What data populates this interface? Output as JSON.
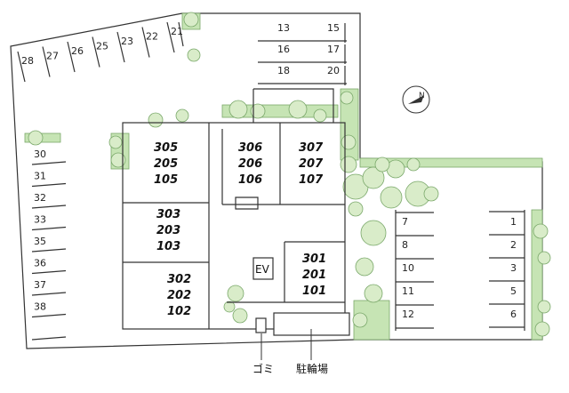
{
  "parking_left": [
    "28",
    "27",
    "26",
    "25",
    "23",
    "22",
    "21"
  ],
  "parking_top": [
    "13",
    "15",
    "16",
    "17",
    "18",
    "20"
  ],
  "parking_west": [
    "30",
    "31",
    "32",
    "33",
    "35",
    "36",
    "37",
    "38"
  ],
  "parking_east_left": [
    "7",
    "8",
    "10",
    "11",
    "12"
  ],
  "parking_east_right": [
    "1",
    "2",
    "3",
    "5",
    "6"
  ],
  "units": [
    {
      "id": "block-305",
      "lines": [
        "305",
        "205",
        "105"
      ]
    },
    {
      "id": "block-306",
      "lines": [
        "306",
        "206",
        "106"
      ]
    },
    {
      "id": "block-307",
      "lines": [
        "307",
        "207",
        "107"
      ]
    },
    {
      "id": "block-303",
      "lines": [
        "303",
        "203",
        "103"
      ]
    },
    {
      "id": "block-302",
      "lines": [
        "302",
        "202",
        "102"
      ]
    },
    {
      "id": "block-301",
      "lines": [
        "301",
        "201",
        "101"
      ]
    }
  ],
  "elevator_label": "EV",
  "garbage_label": "ゴミ",
  "bike_parking_label": "駐輪場",
  "colors": {
    "green": "#c6e4b4",
    "tree": "#d9ecc9",
    "tree_stroke": "#7aa86a",
    "line": "#333333"
  }
}
